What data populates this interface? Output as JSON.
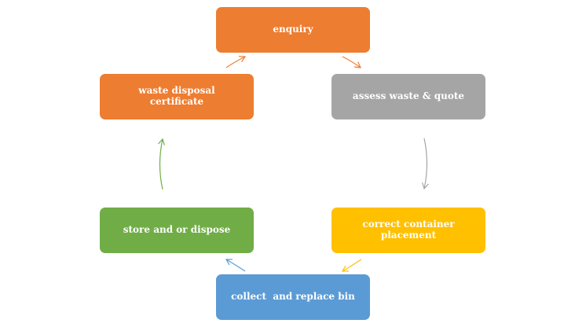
{
  "diagram": {
    "nodes": [
      {
        "id": "enquiry",
        "label": "enquiry",
        "color": "#ED7D31"
      },
      {
        "id": "assess",
        "label": "assess waste & quote",
        "color": "#A5A5A5"
      },
      {
        "id": "correct",
        "label": "correct container placement",
        "color": "#FFC000"
      },
      {
        "id": "collect",
        "label": "collect  and replace bin",
        "color": "#5B9BD5"
      },
      {
        "id": "store",
        "label": "store and or dispose",
        "color": "#70AD47"
      },
      {
        "id": "cert",
        "label": "waste disposal certificate",
        "color": "#ED7D31"
      }
    ],
    "edges": [
      {
        "from": "enquiry",
        "to": "assess",
        "color": "#ED7D31"
      },
      {
        "from": "assess",
        "to": "correct",
        "color": "#A5A5A5"
      },
      {
        "from": "correct",
        "to": "collect",
        "color": "#FFC000"
      },
      {
        "from": "collect",
        "to": "store",
        "color": "#5B9BD5"
      },
      {
        "from": "store",
        "to": "cert",
        "color": "#70AD47"
      },
      {
        "from": "cert",
        "to": "enquiry",
        "color": "#ED7D31"
      }
    ]
  }
}
